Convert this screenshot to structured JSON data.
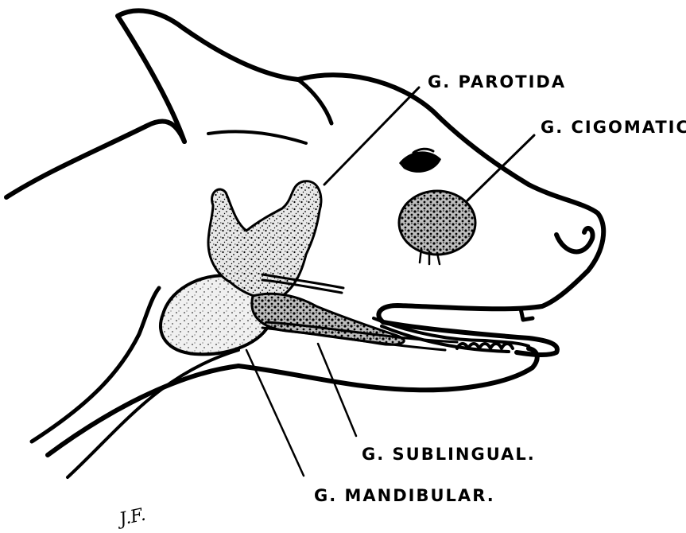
{
  "labels": {
    "parotida": "G. PAROTIDA",
    "cigomatica": "G. CIGOMATICA",
    "sublingual": "G. SUBLINGUAL.",
    "mandibular": "G. MANDIBULAR."
  },
  "signature": "J.F.",
  "colors": {
    "ink": "#000000",
    "gland_fill": "#e4e4e4",
    "background": "#ffffff"
  }
}
